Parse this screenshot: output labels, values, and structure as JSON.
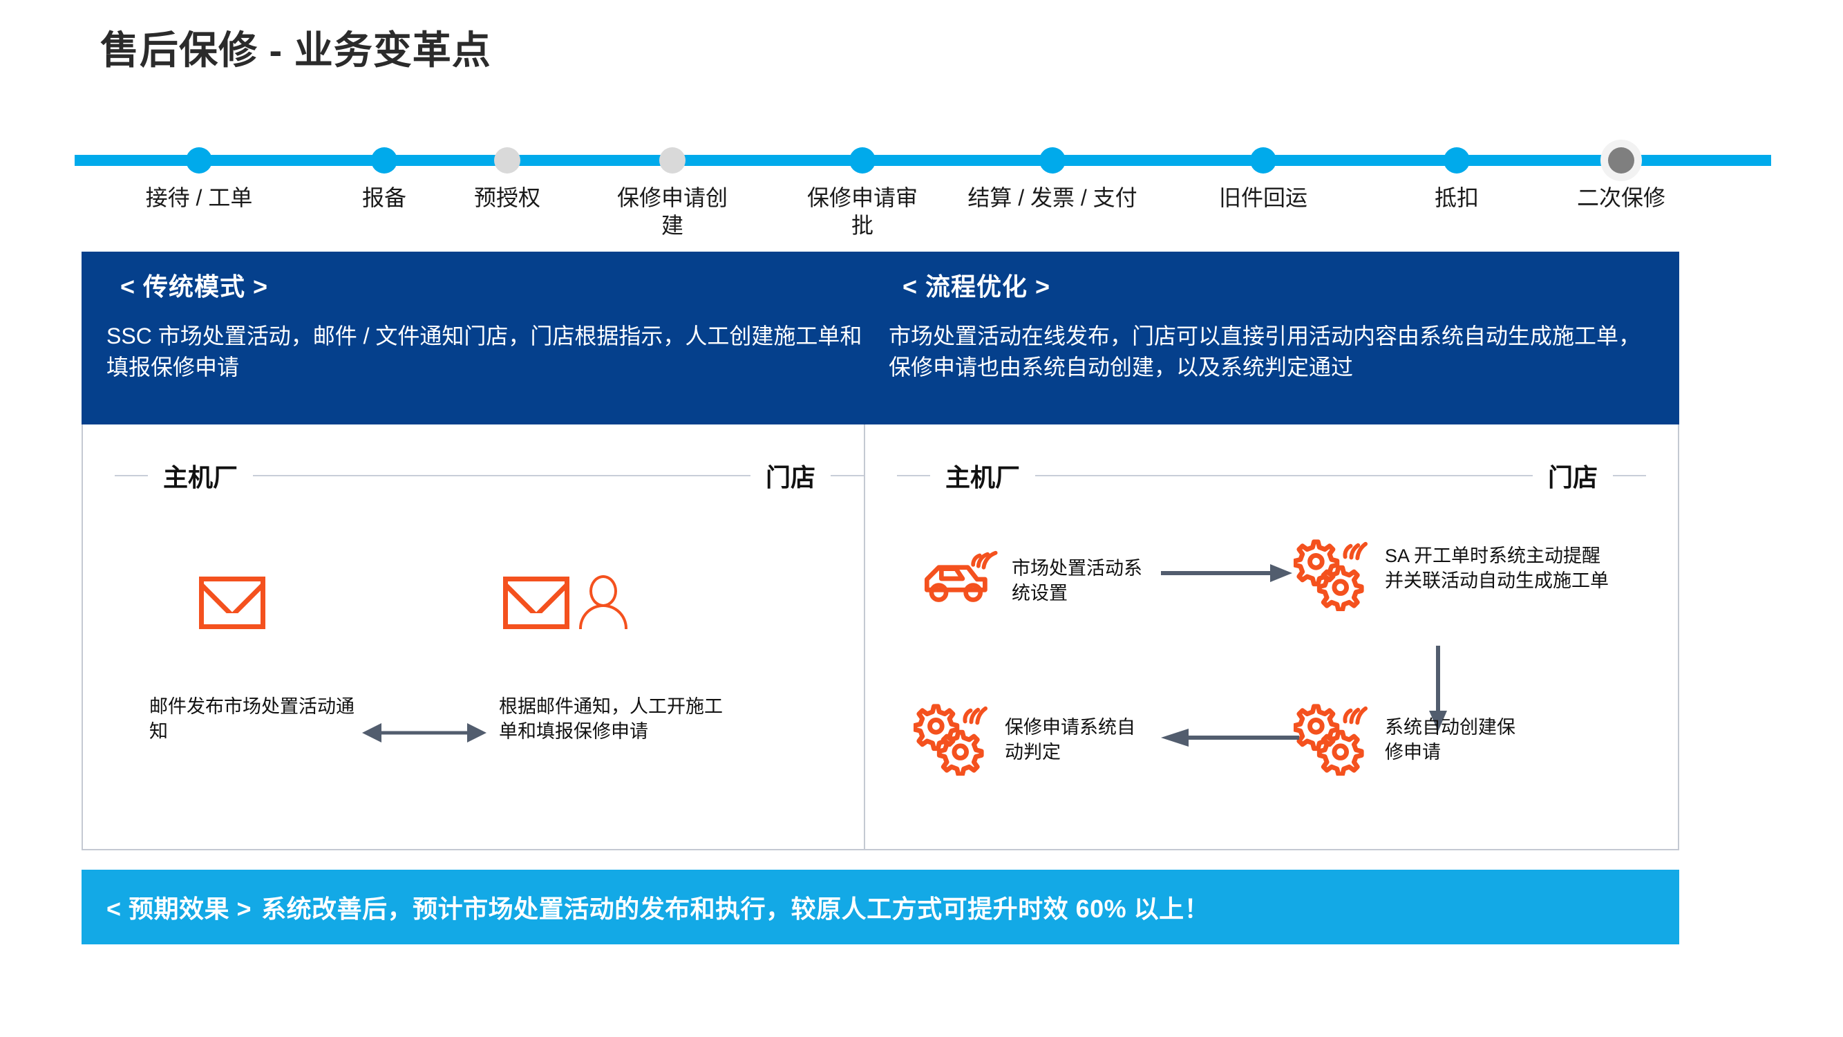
{
  "title": "售后保修 - 业务变革点",
  "colors": {
    "accent_cyan": "#00aaeb",
    "banner_cyan": "#13a9e6",
    "navy": "#05408c",
    "orange": "#f4511e",
    "arrow_gray": "#525d6e",
    "dot_gray": "#d9d9d9",
    "dot_dark": "#7f7f7f"
  },
  "timeline": {
    "nodes": [
      {
        "label": "接待 / 工单",
        "state": "blue"
      },
      {
        "label": "报备",
        "state": "blue"
      },
      {
        "label": "预授权",
        "state": "gray"
      },
      {
        "label": "保修申请创建",
        "state": "gray"
      },
      {
        "label": "保修申请审批",
        "state": "blue"
      },
      {
        "label": "结算 / 发票 / 支付",
        "state": "blue"
      },
      {
        "label": "旧件回运",
        "state": "blue"
      },
      {
        "label": "抵扣",
        "state": "blue"
      },
      {
        "label": "二次保修",
        "state": "dark"
      }
    ]
  },
  "left_panel": {
    "header_title": "< 传统模式 >",
    "header_body": "SSC 市场处置活动，邮件 / 文件通知门店，门店根据指示，人工创建施工单和填报保修申请",
    "col_head_oem": "主机厂",
    "col_head_dealer": "门店",
    "oem_text": "邮件发布市场处置活动通知",
    "dealer_text": "根据邮件通知，人工开施工单和填报保修申请",
    "oem_icon": "envelope-icon",
    "dealer_icons": [
      "envelope-icon",
      "person-icon"
    ],
    "connector": "double-headed-arrow"
  },
  "right_panel": {
    "header_title": "< 流程优化 >",
    "header_body": "市场处置活动在线发布，门店可以直接引用活动内容由系统自动生成施工单，保修申请也由系统自动创建，以及系统判定通过",
    "col_head_oem": "主机厂",
    "col_head_dealer": "门店",
    "steps": [
      {
        "icon": "connected-car-icon",
        "text": "市场处置活动系统设置",
        "column": "oem",
        "row": 1
      },
      {
        "icon": "connected-gears-icon",
        "text": "SA 开工单时系统主动提醒并关联活动自动生成施工单",
        "column": "dealer",
        "row": 1
      },
      {
        "icon": "connected-gears-icon",
        "text": "系统自动创建保修申请",
        "column": "dealer",
        "row": 2
      },
      {
        "icon": "connected-gears-icon",
        "text": "保修申请系统自动判定",
        "column": "oem",
        "row": 2
      }
    ],
    "connectors": [
      "arrow-right",
      "arrow-down",
      "arrow-left"
    ]
  },
  "banner": {
    "tag": "< 预期效果 >",
    "text": "系统改善后，预计市场处置活动的发布和执行，较原人工方式可提升时效 60% 以上！"
  }
}
